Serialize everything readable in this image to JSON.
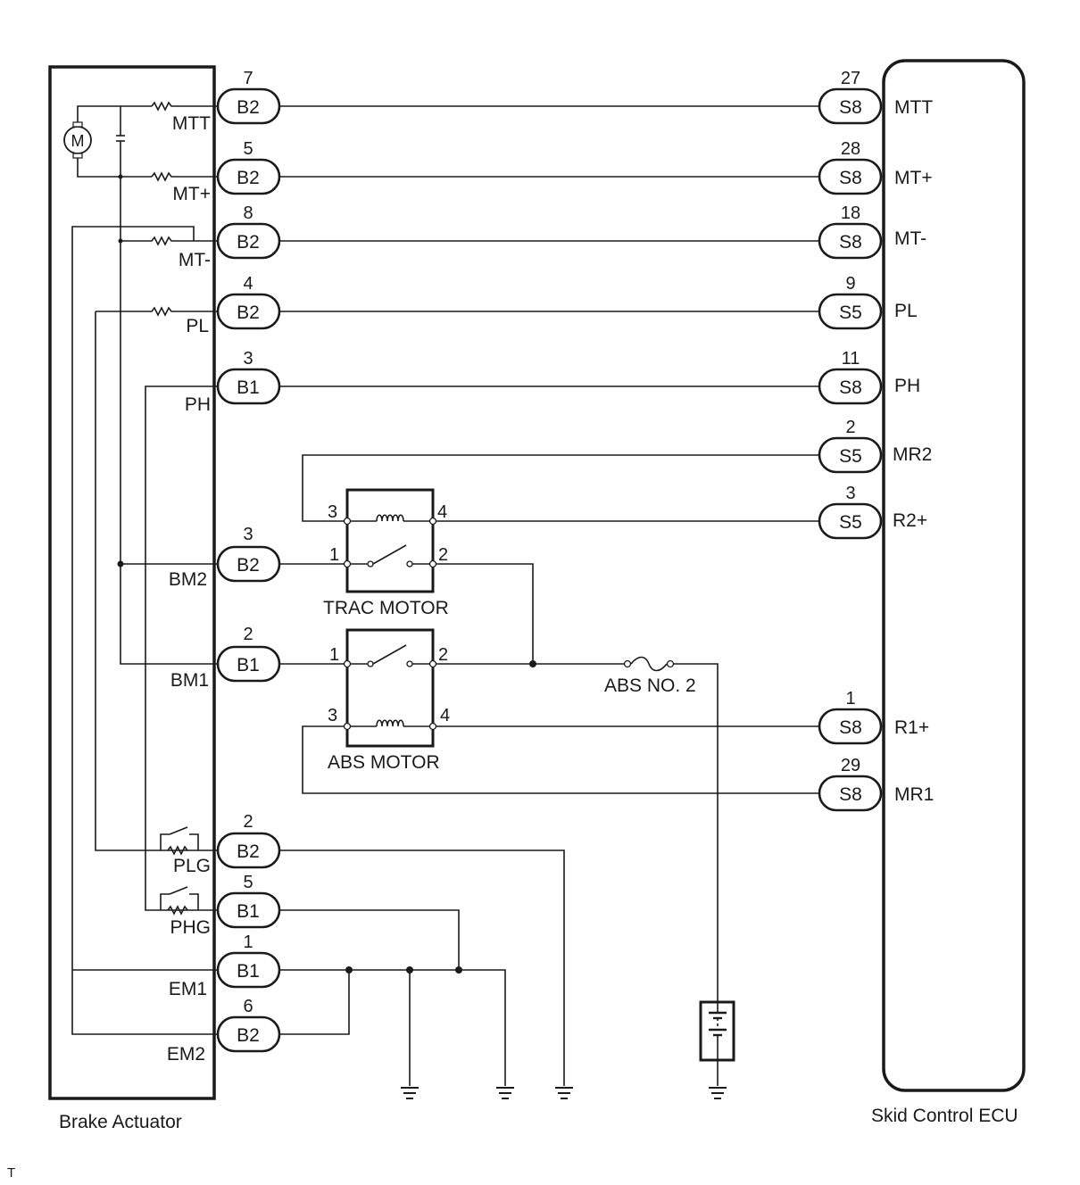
{
  "components": {
    "brake_actuator": "Brake Actuator",
    "skid_control_ecu": "Skid Control ECU",
    "trac_motor": "TRAC MOTOR",
    "abs_motor": "ABS MOTOR",
    "fuse": "ABS NO. 2",
    "motor_symbol": "M"
  },
  "actuator_connectors": [
    {
      "pin": "7",
      "conn": "B2",
      "label": "MTT"
    },
    {
      "pin": "5",
      "conn": "B2",
      "label": "MT+"
    },
    {
      "pin": "8",
      "conn": "B2",
      "label": "MT-"
    },
    {
      "pin": "4",
      "conn": "B2",
      "label": "PL"
    },
    {
      "pin": "3",
      "conn": "B1",
      "label": "PH"
    },
    {
      "pin": "3",
      "conn": "B2",
      "label": "BM2"
    },
    {
      "pin": "2",
      "conn": "B1",
      "label": "BM1"
    },
    {
      "pin": "2",
      "conn": "B2",
      "label": "PLG"
    },
    {
      "pin": "5",
      "conn": "B1",
      "label": "PHG"
    },
    {
      "pin": "1",
      "conn": "B1",
      "label": "EM1"
    },
    {
      "pin": "6",
      "conn": "B2",
      "label": "EM2"
    }
  ],
  "ecu_connectors": [
    {
      "pin": "27",
      "conn": "S8",
      "label": "MTT"
    },
    {
      "pin": "28",
      "conn": "S8",
      "label": "MT+"
    },
    {
      "pin": "18",
      "conn": "S8",
      "label": "MT-"
    },
    {
      "pin": "9",
      "conn": "S5",
      "label": "PL"
    },
    {
      "pin": "11",
      "conn": "S8",
      "label": "PH"
    },
    {
      "pin": "2",
      "conn": "S5",
      "label": "MR2"
    },
    {
      "pin": "3",
      "conn": "S5",
      "label": "R2+"
    },
    {
      "pin": "1",
      "conn": "S8",
      "label": "R1+"
    },
    {
      "pin": "29",
      "conn": "S8",
      "label": "MR1"
    }
  ],
  "relay_pins": {
    "trac": {
      "coil_in": "3",
      "coil_out": "4",
      "sw_in": "1",
      "sw_out": "2"
    },
    "abs": {
      "coil_in": "3",
      "coil_out": "4",
      "sw_in": "1",
      "sw_out": "2"
    }
  },
  "footer_mark": "T"
}
